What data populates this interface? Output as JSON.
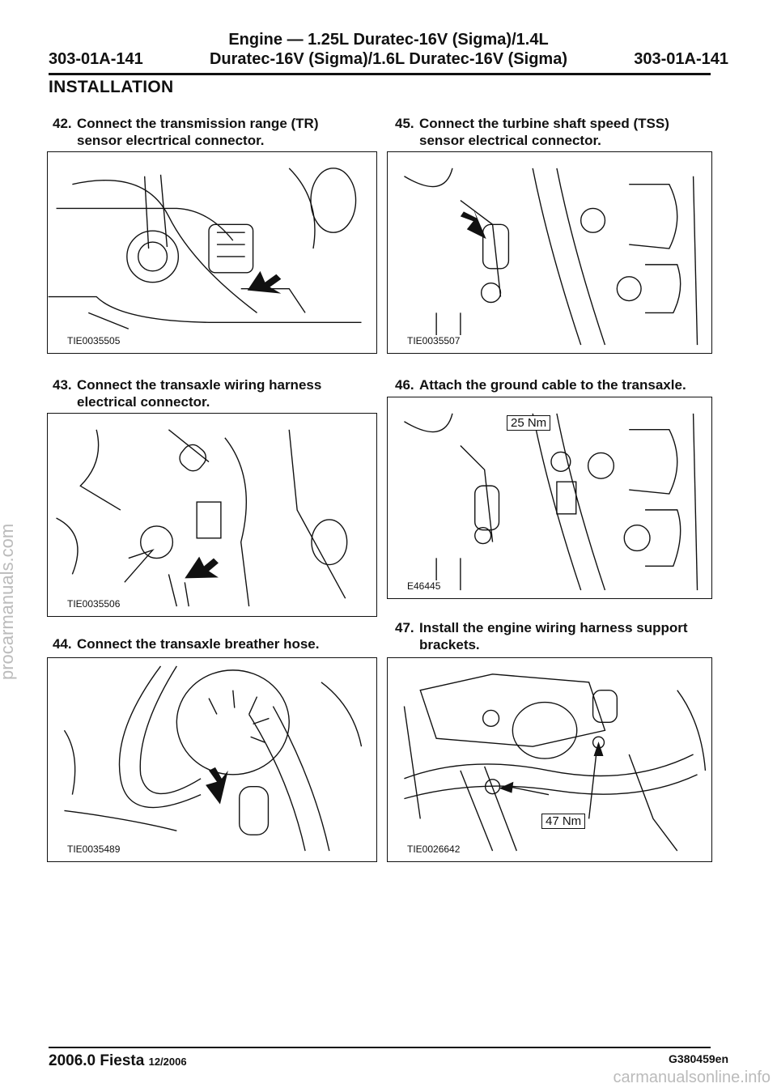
{
  "header": {
    "title_line1": "Engine — 1.25L Duratec-16V (Sigma)/1.4L",
    "title_line2": "Duratec-16V (Sigma)/1.6L Duratec-16V (Sigma)",
    "page_left": "303-01A-141",
    "page_right": "303-01A-141"
  },
  "section": "INSTALLATION",
  "steps": [
    {
      "num": "42.",
      "line1": "Connect the transmission range (TR)",
      "line2": "sensor elecrtrical connector.",
      "figure_id": "TIE0035505"
    },
    {
      "num": "43.",
      "line1": "Connect the transaxle wiring harness",
      "line2": "electrical connector.",
      "figure_id": "TIE0035506"
    },
    {
      "num": "44.",
      "line1": "Connect the transaxle breather hose.",
      "line2": "",
      "figure_id": "TIE0035489"
    },
    {
      "num": "45.",
      "line1": "Connect the turbine shaft speed (TSS)",
      "line2": "sensor electrical connector.",
      "figure_id": "TIE0035507"
    },
    {
      "num": "46.",
      "line1": "Attach the ground cable to the transaxle.",
      "line2": "",
      "figure_id": "E46445",
      "torque": "25 Nm"
    },
    {
      "num": "47.",
      "line1": "Install the engine wiring harness support",
      "line2": "brackets.",
      "figure_id": "TIE0026642",
      "torque": "47 Nm"
    }
  ],
  "footer": {
    "model": "2006.0 Fiesta",
    "date": "12/2006",
    "code": "G380459en"
  },
  "watermarks": {
    "left": "procarmanuals.com",
    "bottom": "carmanualsonline.info"
  }
}
